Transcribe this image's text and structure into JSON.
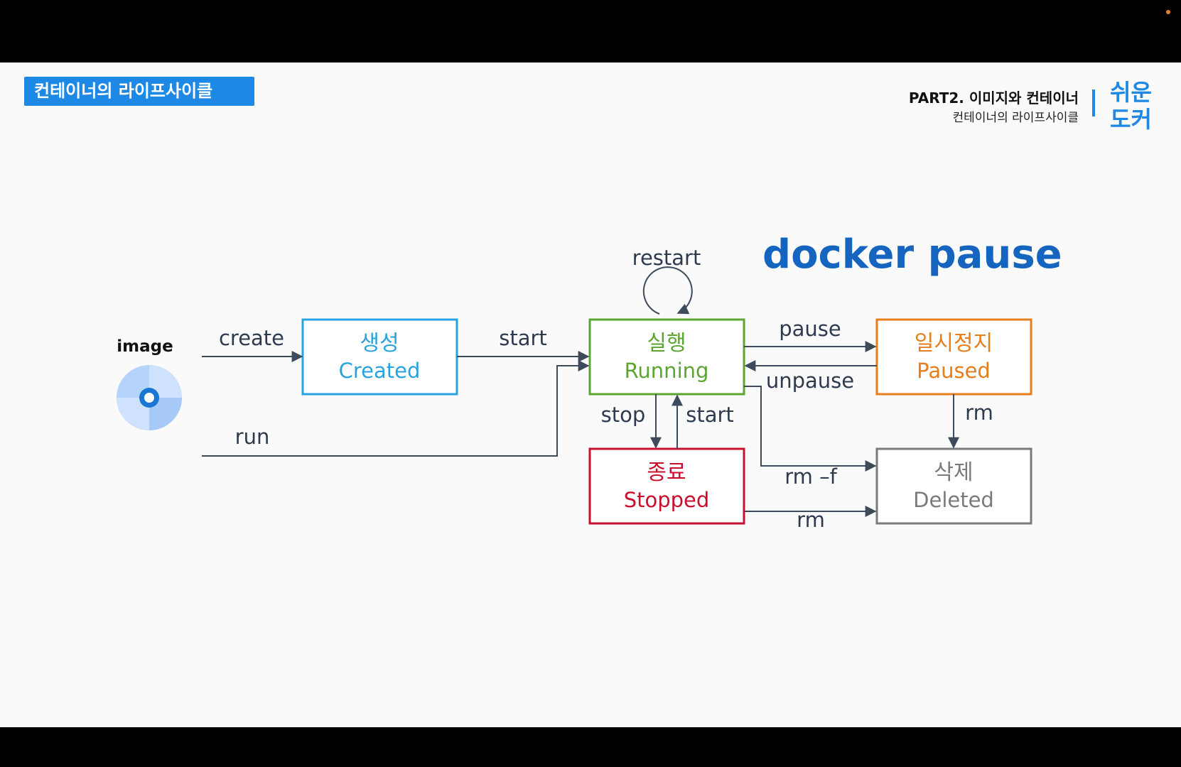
{
  "header": {
    "badge": "컨테이너의 라이프사이클",
    "part_title": "PART2. 이미지와 컨테이너",
    "part_subtitle": "컨테이너의 라이프사이클",
    "logo_line1": "쉬운",
    "logo_line2": "도커"
  },
  "main": {
    "title": "docker pause"
  },
  "diagram": {
    "image_label": "image",
    "states": {
      "created": {
        "ko": "생성",
        "en": "Created",
        "color": "#29a3e0"
      },
      "running": {
        "ko": "실행",
        "en": "Running",
        "color": "#5ca532"
      },
      "paused": {
        "ko": "일시정지",
        "en": "Paused",
        "color": "#e77d1b"
      },
      "stopped": {
        "ko": "종료",
        "en": "Stopped",
        "color": "#c8102e"
      },
      "deleted": {
        "ko": "삭제",
        "en": "Deleted",
        "color": "#7a7a7a"
      }
    },
    "edges": {
      "create": "create",
      "run": "run",
      "start": "start",
      "restart": "restart",
      "pause": "pause",
      "unpause": "unpause",
      "stop": "stop",
      "start_back": "start",
      "rm_paused": "rm",
      "rm_force": "rm –f",
      "rm_stopped": "rm"
    }
  },
  "colors": {
    "accent": "#1e88e5",
    "title": "#1565c0",
    "arrow": "#3c4a5c"
  }
}
